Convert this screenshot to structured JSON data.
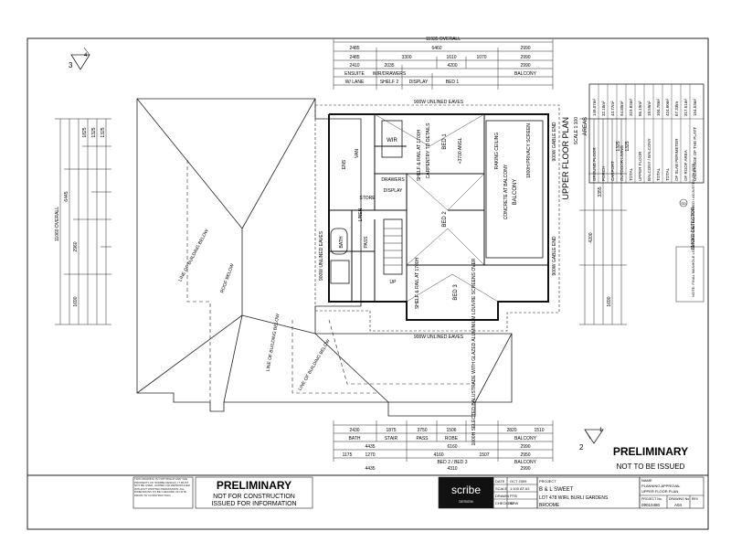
{
  "plan": {
    "title": "UPPER FLOOR PLAN",
    "scale": "SCALE 1:100",
    "overall_top": "11935 OVERALL",
    "overall_left": "11060 OVERALL",
    "top_dims_row1": [
      "2485",
      "6460",
      "2990"
    ],
    "top_dims_row2": [
      "2485",
      "3300",
      "1610",
      "1070",
      "2990"
    ],
    "top_dims_row3": [
      "2410",
      "2035",
      "4200",
      "2990"
    ],
    "top_labels_row": [
      "ENSUITE",
      "WIR/DRAWERS",
      "",
      "BALCONY"
    ],
    "top_labels_row2": [
      "W/ LANE",
      "SHELF 2",
      "DISPLAY",
      "BED 1"
    ],
    "bottom_dims_row1": [
      "2430",
      "1875",
      "3750",
      "1506",
      "2820",
      "1510"
    ],
    "bottom_labels": [
      "BATH",
      "STAIR",
      "PASS",
      "ROBE",
      "BALCONY"
    ],
    "bottom_dims_row2": [
      "4435",
      "6160",
      "2990"
    ],
    "bottom_dims_row3": [
      "1175",
      "1270",
      "4160",
      "1507",
      "2950"
    ],
    "bottom_labels2": [
      "BED 2 / BED 3",
      "BALCONY"
    ],
    "bottom_dims_row4": [
      "4435",
      "4310",
      "2990"
    ],
    "eaves_top": "900W UNLINED EAVES",
    "eaves_bottom": "900W UNLINED EAVES",
    "eaves_left": "900W UNLINED EAVES",
    "gable_right_top": "900W GABLE END",
    "gable_right_bottom": "900W GABLE END",
    "line_building_below_1": "LINE OF BUILDING BELOW",
    "line_building_below_2": "LINE OF BUILDING BELOW",
    "line_building_below_3": "LINE OF BUILDING BELOW",
    "roof_below": "ROOF BELOW",
    "rooms": {
      "wir": "WIR",
      "bed1": "BED 1",
      "bed2": "BED 2",
      "bed3": "BED 3",
      "balcony": "BALCONY",
      "store": "STORE",
      "bath": "BATH",
      "ens": "ENS",
      "drawers": "DRAWERS",
      "display": "DISPLAY",
      "vanity": "VAN",
      "pass": "PASS",
      "linen": "LINEN",
      "stair": "UP"
    },
    "notes": {
      "shelf_rail": "SHELF & RAIL AT 1700H",
      "bed1_ceiling": "+3700 ANGL",
      "carpentry": "CARPENTRY TO DETAILS",
      "raking": "RAKING CEILING",
      "privacy_screen": "1800H PRIVACY SCREEN",
      "concrete": "CONCRETE AT BALCONY",
      "balustrade": "1000H SELECTED BALUSTRADE WITH GLAZED ALUMINIUM LOUVRE SCREENS OVER",
      "shelf_rail_2": "SHELF & RAIL AT 1700H",
      "smoke": "SMOKE DETECTOR",
      "manhole": "NOTE: FINAL MANHOLE LOCATION TO BE CONFIRMED / ADJUSTED ON SITE"
    }
  },
  "areas": {
    "heading": "AREAS",
    "rows": [
      {
        "label": "GROUND FLOOR",
        "value": "149.07m²"
      },
      {
        "label": "PORCH",
        "value": "32.18m²"
      },
      {
        "label": "CARPORT",
        "value": "43.77m²"
      },
      {
        "label": "OUTDOOR LIVING",
        "value": "94.80m²"
      },
      {
        "label": "TOTAL",
        "value": "319.82m²"
      },
      {
        "label": "UPPER FLOOR",
        "value": "86.19m²"
      },
      {
        "label": "BALCONY / BALCONY",
        "value": "18.59m²"
      },
      {
        "label": "TOTAL",
        "value": "104.78m²"
      },
      {
        "label": "TOTAL",
        "value": "424.60m²"
      },
      {
        "label": "OF SLAB PERIMETER",
        "value": "67.33lm"
      },
      {
        "label": "OF ROOF AREA",
        "value": "317.51m²"
      },
      {
        "label": "UNDERSIDE OF THE PLATT",
        "value": "154.53m²"
      }
    ]
  },
  "left_dims": [
    "11060 OVERALL",
    "6445",
    "2960",
    "1690",
    "1825",
    "1325",
    "1325"
  ],
  "right_dims": [
    "4200",
    "3355",
    "1690",
    "1325",
    "1325"
  ],
  "section_markers": {
    "top": {
      "num": "3",
      "sheet": "4"
    },
    "bottom": {
      "num": "2",
      "sheet": "1"
    }
  },
  "stamp_right": {
    "line1": "PRELIMINARY",
    "line2": "NOT TO BE ISSUED"
  },
  "title_block": {
    "copyright": "THIS DRAWING IS COPYRIGHT AND THE PROPERTY OF SCRIBE DESIGN. IT MUST NOT BE USED, COPIED OR REPRODUCED WITHOUT WRITTEN PERMISSION. ALL DIMENSIONS TO BE CHECKED ON SITE PRIOR TO CONSTRUCTION.",
    "stamp_line1": "PRELIMINARY",
    "stamp_line2": "NOT FOR CONSTRUCTION",
    "stamp_line3": "ISSUED FOR INFORMATION",
    "firm": "scribe",
    "firm_sub": "DESIGN",
    "date_label": "DATE",
    "date": "OCT 2009",
    "scale_label": "SCALE",
    "scale": "1:100 AT A3",
    "drawn_label": "DRAWN",
    "drawn": "PTB",
    "checked_label": "CHECKED",
    "checked": "BRW",
    "project_label": "PROJECT",
    "project": "B & L SWEET",
    "address": "LOT 478 WIRL BURLI GARDENS",
    "suburb": "BROOME",
    "name_label": "NAME",
    "name1": "PLANNING APPROVAL",
    "name2": "UPPER FLOOR PLAN",
    "project_no_label": "PROJECT No.",
    "project_no": "09010480",
    "drawing_no_label": "DRAWING No.",
    "drawing_no": "A04",
    "rev_label": "REV",
    "rev": ""
  }
}
